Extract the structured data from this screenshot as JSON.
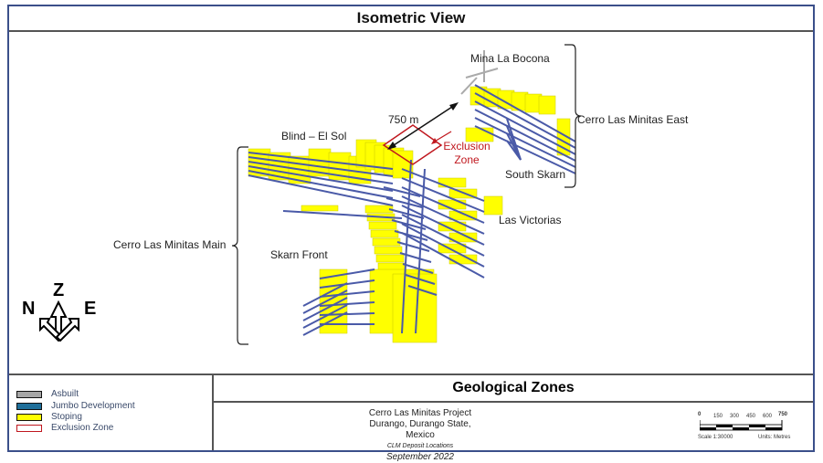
{
  "title": "Isometric View",
  "labels": {
    "mina_la_bocona": "Mina La Bocona",
    "cerro_las_minitas_east": "Cerro Las Minitas East",
    "distance": "750 m",
    "blind_el_sol": "Blind – El Sol",
    "exclusion_zone": "Exclusion Zone",
    "south_skarn": "South Skarn",
    "las_victorias": "Las Victorias",
    "cerro_las_minitas_main": "Cerro Las Minitas Main",
    "skarn_front": "Skarn Front"
  },
  "compass": {
    "n": "N",
    "z": "Z",
    "e": "E"
  },
  "legend": [
    {
      "label": "Asbuilt",
      "color": "#a6a6a6"
    },
    {
      "label": "Jumbo Development",
      "color": "#1f6f9a"
    },
    {
      "label": "Stoping",
      "color": "#ffff00"
    },
    {
      "label": "Exclusion Zone",
      "color": "#ffffff"
    }
  ],
  "geological_zones": "Geological Zones",
  "info": {
    "project": "Cerro Las Minitas Project",
    "location": "Durango, Durango State, Mexico",
    "subtitle": "CLM Deposit Locations",
    "date": "September 2022"
  },
  "scalebar": {
    "ticks": [
      "0",
      "150",
      "300",
      "450",
      "600",
      "750"
    ],
    "scale": "Scale 1:30000",
    "units": "Units: Metres"
  }
}
